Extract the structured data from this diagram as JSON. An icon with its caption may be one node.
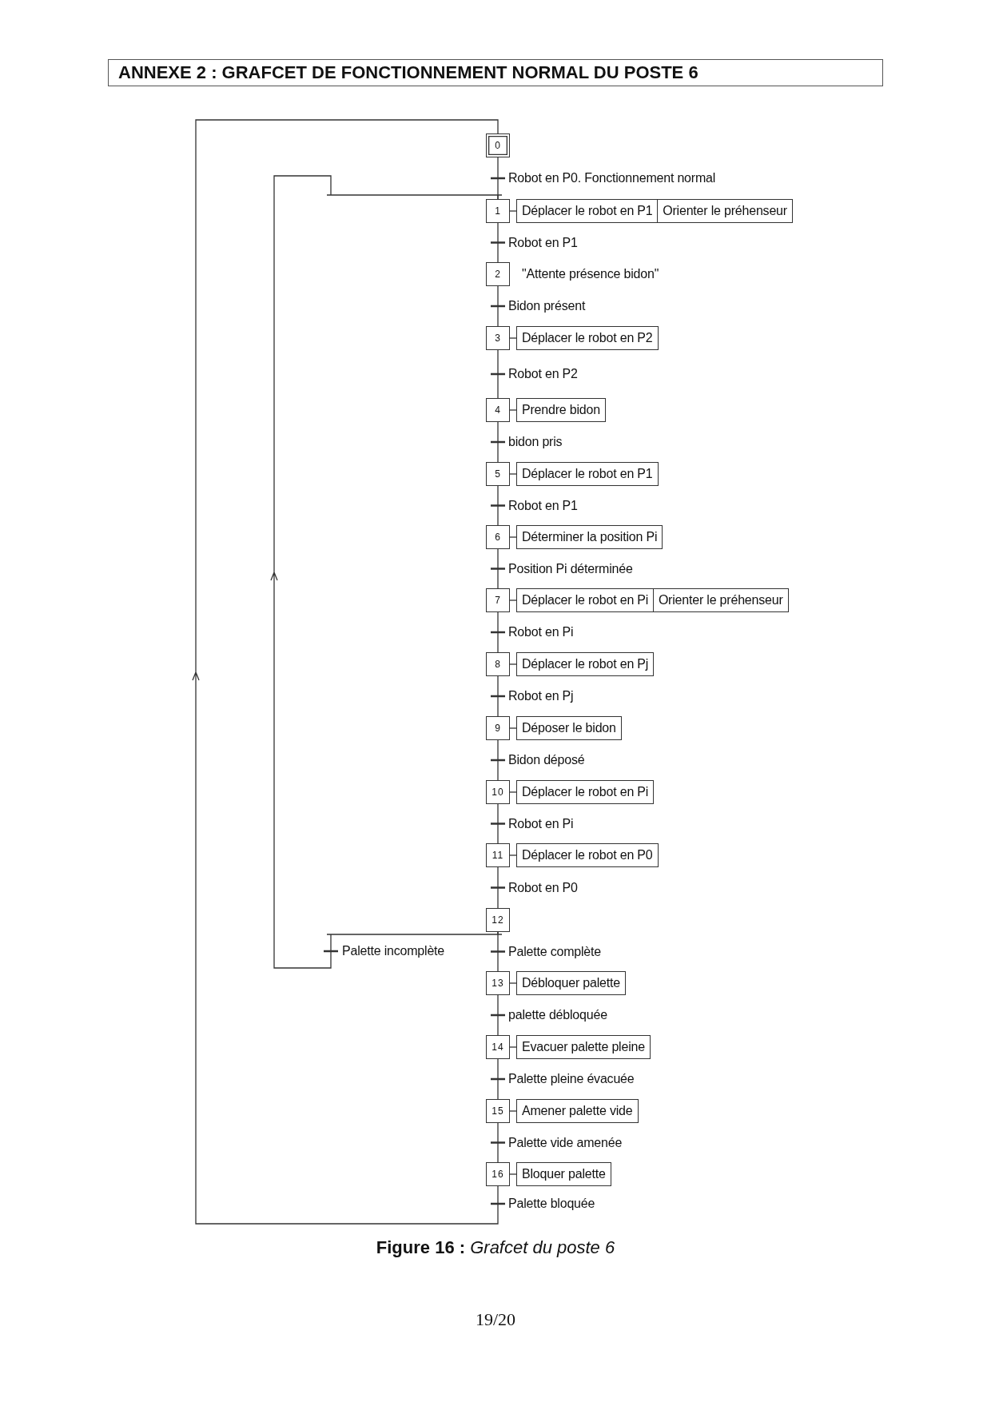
{
  "diagram": {
    "title": "ANNEXE 2 : GRAFCET DE FONCTIONNEMENT NORMAL DU POSTE 6",
    "caption": "**Figure 16 :** *Grafcet du poste 6*",
    "nodes": [
      {
        "text": [
          "0"
        ]
      },
      {
        "text": [
          "1"
        ]
      },
      {
        "text": [
          "Déplacer le robot en P1"
        ]
      },
      {
        "text": [
          "Orienter le préhenseur"
        ]
      },
      {
        "text": [
          "2"
        ],
        "beside": [
          "\"Attente présence bidon\""
        ]
      },
      {
        "text": [
          "3"
        ]
      },
      {
        "text": [
          "Déplacer le robot en P2"
        ]
      },
      {
        "text": [
          "4"
        ]
      },
      {
        "text": [
          "Prendre bidon"
        ]
      },
      {
        "text": [
          "5"
        ]
      },
      {
        "text": [
          "Déplacer le robot en P1"
        ]
      },
      {
        "text": [
          "6"
        ]
      },
      {
        "text": [
          "Déterminer la position Pi"
        ]
      },
      {
        "text": [
          "7"
        ]
      },
      {
        "text": [
          "Déplacer le robot en Pi"
        ]
      },
      {
        "text": [
          "Orienter le préhenseur"
        ]
      },
      {
        "text": [
          "8"
        ]
      },
      {
        "text": [
          "Déplacer le robot en Pj"
        ]
      },
      {
        "text": [
          "9"
        ]
      },
      {
        "text": [
          "Déposer le bidon"
        ]
      },
      {
        "text": [
          "10"
        ]
      },
      {
        "text": [
          "Déplacer le robot en Pi"
        ]
      },
      {
        "text": [
          "11"
        ]
      },
      {
        "text": [
          "Déplacer le robot en P0"
        ]
      },
      {
        "text": [
          "12"
        ]
      },
      {
        "text": [
          "13"
        ]
      },
      {
        "text": [
          "Débloquer palette"
        ]
      },
      {
        "text": [
          "14"
        ]
      },
      {
        "text": [
          "Evacuer palette pleine"
        ]
      },
      {
        "text": [
          "15"
        ]
      },
      {
        "text": [
          "Amener palette vide"
        ]
      },
      {
        "text": [
          "16"
        ]
      },
      {
        "text": [
          "Bloquer palette"
        ]
      }
    ],
    "edges": [
      {
        "from": 0,
        "to": 1,
        "arrow": "none",
        "label": "Robot en P0. Fonctionnement normal"
      },
      {
        "from": 1,
        "to": 4,
        "arrow": "none",
        "label": "Robot en P1"
      },
      {
        "from": 4,
        "to": 5,
        "arrow": "none",
        "label": "Bidon présent"
      },
      {
        "from": 5,
        "to": 7,
        "arrow": "none",
        "label": "Robot en P2"
      },
      {
        "from": 7,
        "to": 9,
        "arrow": "none",
        "label": "bidon pris"
      },
      {
        "from": 9,
        "to": 11,
        "arrow": "none",
        "label": "Robot en P1"
      },
      {
        "from": 11,
        "to": 13,
        "arrow": "none",
        "label": "Position Pi déterminée"
      },
      {
        "from": 13,
        "to": 16,
        "arrow": "none",
        "label": "Robot en Pi"
      },
      {
        "from": 16,
        "to": 18,
        "arrow": "none",
        "label": "Robot en Pj"
      },
      {
        "from": 18,
        "to": 20,
        "arrow": "none",
        "label": "Bidon déposé"
      },
      {
        "from": 20,
        "to": 22,
        "arrow": "none",
        "label": "Robot en Pi"
      },
      {
        "from": 22,
        "to": 24,
        "arrow": "none",
        "label": "Robot en P0"
      },
      {
        "from": 24,
        "to": 1,
        "arrow": "to",
        "label": "Palette incomplète"
      },
      {
        "from": 24,
        "to": 25,
        "arrow": "none",
        "label": "Palette complète"
      },
      {
        "from": 25,
        "to": 27,
        "arrow": "none",
        "label": "palette débloquée"
      },
      {
        "from": 27,
        "to": 29,
        "arrow": "none",
        "label": "Palette pleine évacuée"
      },
      {
        "from": 29,
        "to": 31,
        "arrow": "none",
        "label": "Palette vide amenée"
      },
      {
        "from": 31,
        "to": 0,
        "arrow": "to",
        "label": "Palette bloquée"
      },
      {
        "from": 1,
        "to": 2,
        "arrow": "none"
      },
      {
        "from": 5,
        "to": 6,
        "arrow": "none"
      },
      {
        "from": 7,
        "to": 8,
        "arrow": "none"
      },
      {
        "from": 9,
        "to": 10,
        "arrow": "none"
      },
      {
        "from": 11,
        "to": 12,
        "arrow": "none"
      },
      {
        "from": 13,
        "to": 14,
        "arrow": "none"
      },
      {
        "from": 16,
        "to": 17,
        "arrow": "none"
      },
      {
        "from": 18,
        "to": 19,
        "arrow": "none"
      },
      {
        "from": 20,
        "to": 21,
        "arrow": "none"
      },
      {
        "from": 22,
        "to": 23,
        "arrow": "none"
      },
      {
        "from": 25,
        "to": 26,
        "arrow": "none"
      },
      {
        "from": 27,
        "to": 28,
        "arrow": "none"
      },
      {
        "from": 29,
        "to": 30,
        "arrow": "none"
      },
      {
        "from": 31,
        "to": 32,
        "arrow": "none"
      }
    ],
    "labels": [
      "19/20"
    ]
  }
}
